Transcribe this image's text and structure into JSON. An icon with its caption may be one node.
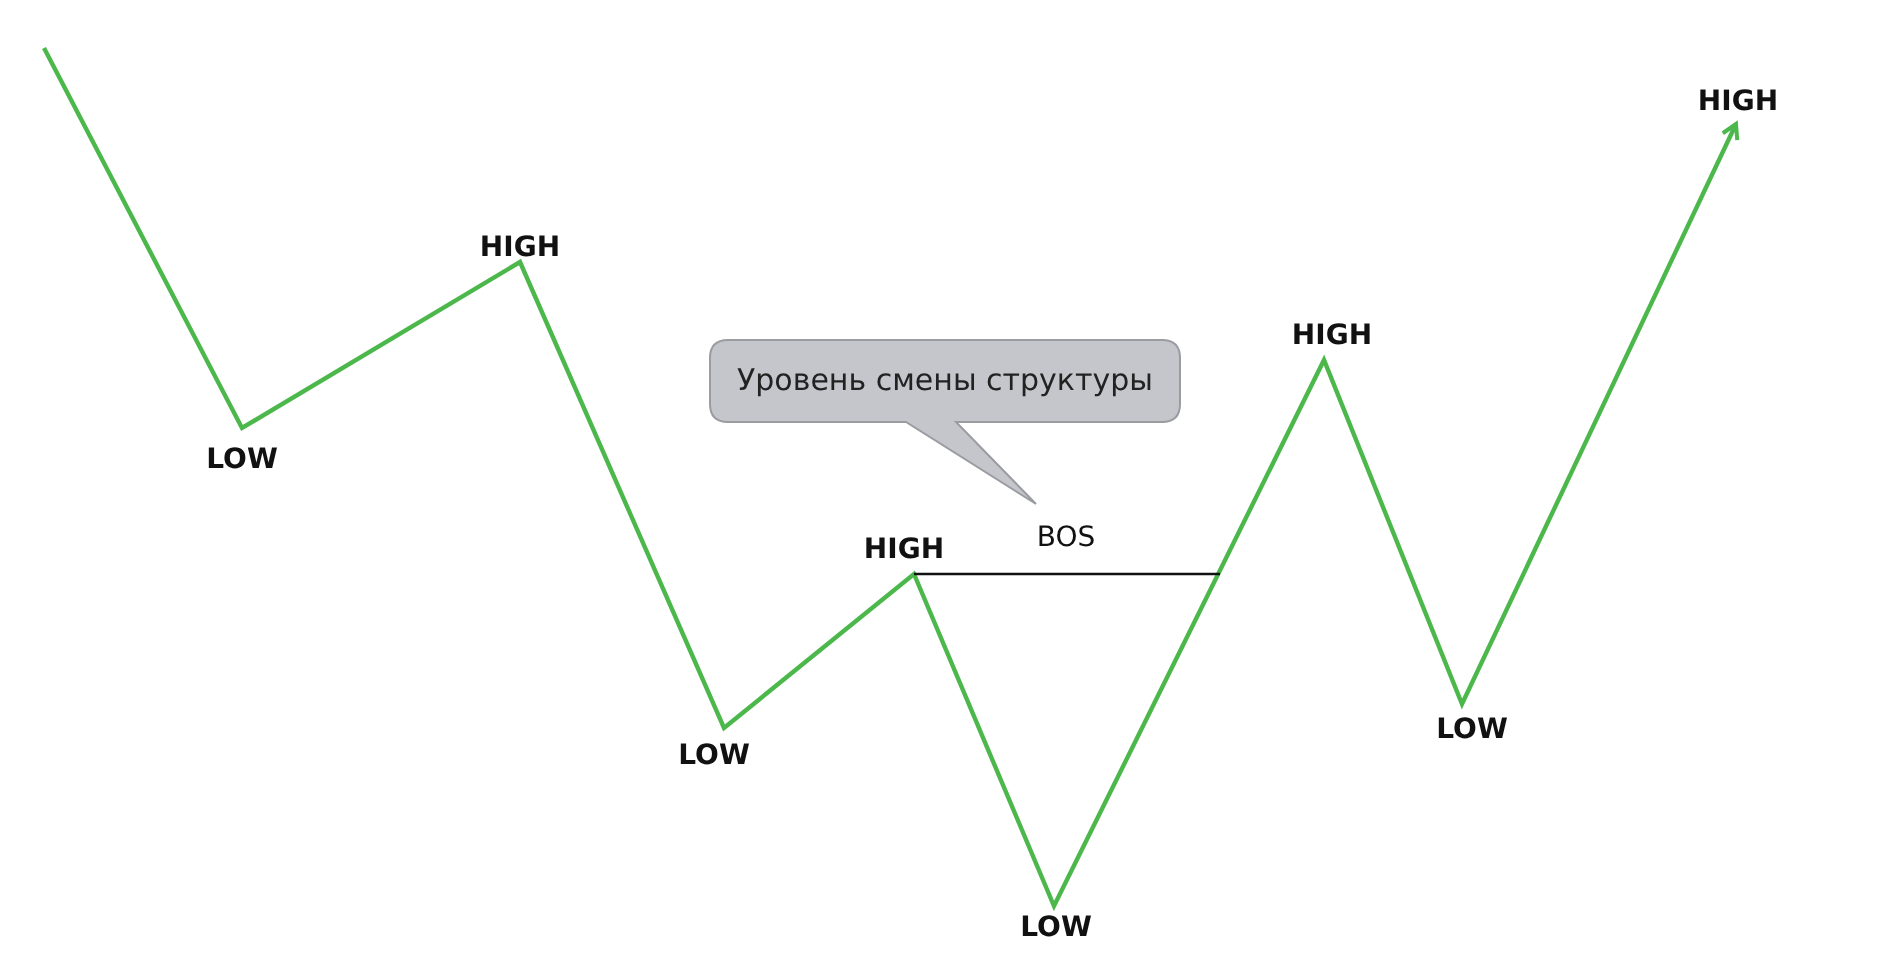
{
  "diagram": {
    "nodes": [
      {
        "text": [
          "Уровень смены структуры"
        ]
      }
    ],
    "labels": [
      "LOW",
      "HIGH",
      "LOW",
      "HIGH",
      "BOS",
      "LOW",
      "HIGH",
      "LOW",
      "HIGH"
    ]
  }
}
